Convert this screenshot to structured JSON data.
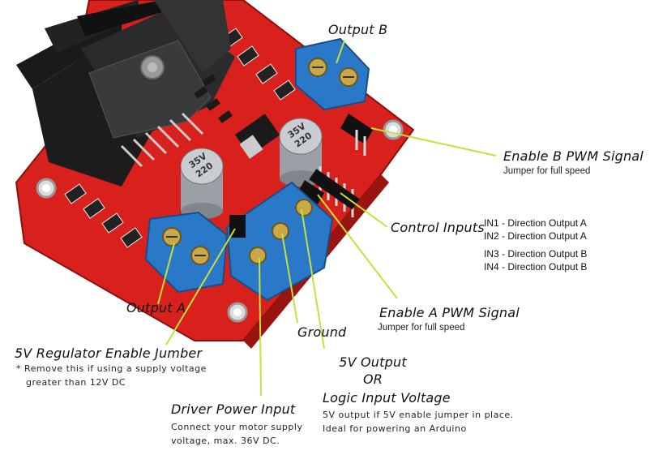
{
  "labels": {
    "output_b": "Output B",
    "enable_b": {
      "title": "Enable B PWM Signal",
      "note": "Jumper for full speed"
    },
    "control_inputs": {
      "title": "Control Inputs",
      "pins": [
        "IN1 - Direction Output A",
        "IN2 - Direction Output A",
        "IN3 - Direction Output B",
        "IN4 - Direction Output B"
      ]
    },
    "enable_a": {
      "title": "Enable A PWM Signal",
      "note": "Jumper for full speed"
    },
    "output_a": "Output A",
    "ground": "Ground",
    "regulator": {
      "title": "5V Regulator Enable Jumber",
      "note_line1": "* Remove this if using a supply voltage",
      "note_line2": "greater than 12V DC"
    },
    "v5_output": {
      "line1": "5V Output",
      "line2": "OR",
      "line3": "Logic Input Voltage",
      "note_line1": "5V output if 5V enable jumper in place.",
      "note_line2": "Ideal for powering an Arduino"
    },
    "driver_power": {
      "title": "Driver Power Input",
      "note_line1": "Connect your motor supply",
      "note_line2": "voltage, max. 36V DC."
    }
  },
  "capacitor_marking": {
    "top": "35V",
    "bottom": "220"
  },
  "colors": {
    "pcb": "#d8211c",
    "terminal": "#2a78c8",
    "heatsink": "#1a1a1a",
    "leader": "#c8e03a"
  }
}
